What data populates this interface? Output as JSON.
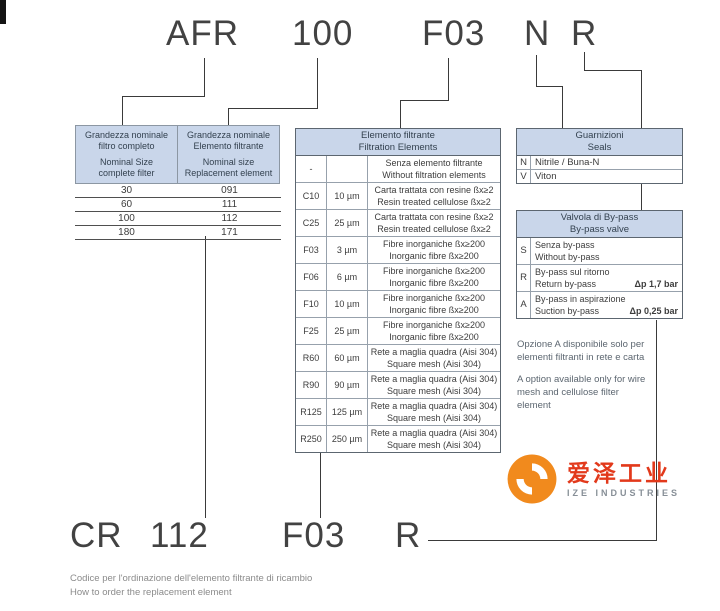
{
  "top_code": {
    "parts": [
      "AFR",
      "100",
      "F03",
      "N",
      "R"
    ]
  },
  "bottom_code": {
    "parts": [
      "CR",
      "112",
      "F03",
      "R"
    ]
  },
  "size_table": {
    "col1": {
      "it1": "Grandezza nominale",
      "it2": "filtro completo",
      "en1": "Nominal Size",
      "en2": "complete filter"
    },
    "col2": {
      "it1": "Grandezza nominale",
      "it2": "Elemento filtrante",
      "en1": "Nominal size",
      "en2": "Replacement element"
    },
    "rows": [
      {
        "complete": "30",
        "element": "091"
      },
      {
        "complete": "60",
        "element": "111"
      },
      {
        "complete": "100",
        "element": "112"
      },
      {
        "complete": "180",
        "element": "171"
      }
    ]
  },
  "filtration": {
    "title_it": "Elemento filtrante",
    "title_en": "Filtration Elements",
    "rows": [
      {
        "code": "-",
        "micron": "",
        "it": "Senza elemento filtrante",
        "en": "Without filtration elements"
      },
      {
        "code": "C10",
        "micron": "10 µm",
        "it": "Carta trattata con resine ßx≥2",
        "en": "Resin treated cellulose ßx≥2"
      },
      {
        "code": "C25",
        "micron": "25 µm",
        "it": "Carta trattata con resine ßx≥2",
        "en": "Resin treated cellulose ßx≥2"
      },
      {
        "code": "F03",
        "micron": "3 µm",
        "it": "Fibre inorganiche ßx≥200",
        "en": "Inorganic fibre ßx≥200"
      },
      {
        "code": "F06",
        "micron": "6 µm",
        "it": "Fibre inorganiche ßx≥200",
        "en": "Inorganic fibre ßx≥200"
      },
      {
        "code": "F10",
        "micron": "10 µm",
        "it": "Fibre inorganiche ßx≥200",
        "en": "Inorganic fibre ßx≥200"
      },
      {
        "code": "F25",
        "micron": "25 µm",
        "it": "Fibre inorganiche ßx≥200",
        "en": "Inorganic fibre ßx≥200"
      },
      {
        "code": "R60",
        "micron": "60 µm",
        "it": "Rete a maglia quadra (Aisi 304)",
        "en": "Square mesh (Aisi 304)"
      },
      {
        "code": "R90",
        "micron": "90 µm",
        "it": "Rete a maglia quadra (Aisi 304)",
        "en": "Square mesh (Aisi 304)"
      },
      {
        "code": "R125",
        "micron": "125 µm",
        "it": "Rete a maglia quadra (Aisi 304)",
        "en": "Square mesh (Aisi 304)"
      },
      {
        "code": "R250",
        "micron": "250 µm",
        "it": "Rete a maglia quadra (Aisi 304)",
        "en": "Square mesh (Aisi 304)"
      }
    ]
  },
  "seals": {
    "title_it": "Guarnizioni",
    "title_en": "Seals",
    "rows": [
      {
        "code": "N",
        "label": "Nitrile / Buna-N"
      },
      {
        "code": "V",
        "label": "Viton"
      }
    ]
  },
  "bypass": {
    "title_it": "Valvola di By-pass",
    "title_en": "By-pass valve",
    "rows": [
      {
        "code": "S",
        "it": "Senza by-pass",
        "en": "Without by-pass",
        "dp": ""
      },
      {
        "code": "R",
        "it": "By-pass sul ritorno",
        "en": "Return by-pass",
        "dp": "Δp 1,7 bar"
      },
      {
        "code": "A",
        "it": "By-pass in aspirazione",
        "en": "Suction by-pass",
        "dp": "Δp 0,25 bar"
      }
    ]
  },
  "note": {
    "it": "Opzione A disponibile solo per elementi filtranti in rete e carta",
    "en": "A option available only for wire mesh and cellulose filter element"
  },
  "logo": {
    "cn": "爱泽工业",
    "en": "IZE INDUSTRIES",
    "orange": "#f18a1d"
  },
  "caption": {
    "it": "Codice per l'ordinazione dell'elemento filtrante di ricambio",
    "en": "How to order the replacement element"
  },
  "colors": {
    "header_bg": "#c9d6ea",
    "line": "#3a3a3a"
  }
}
